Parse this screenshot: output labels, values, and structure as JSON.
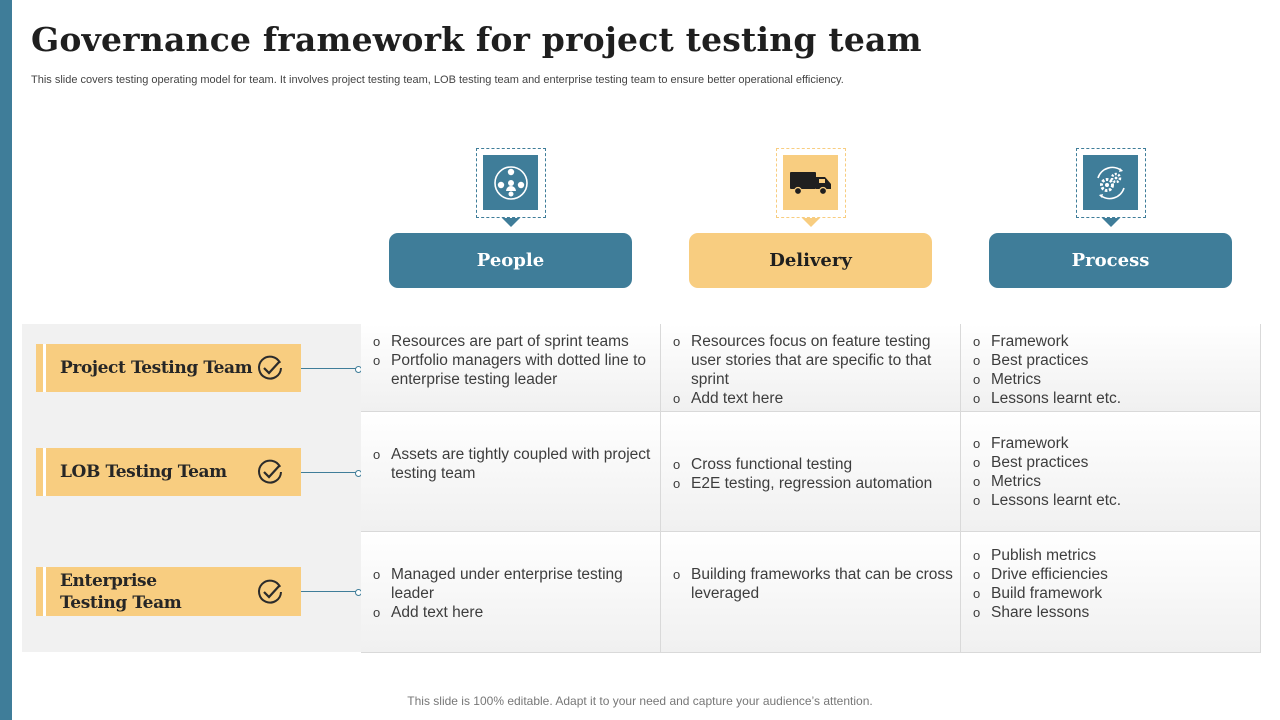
{
  "title": "Governance framework for project testing team",
  "subtitle": "This slide covers testing operating model for team. It involves project testing team, LOB testing team and enterprise testing team to ensure better operational efficiency.",
  "columns": [
    {
      "label": "People",
      "icon": "people-network-icon",
      "color": "#3f7d99"
    },
    {
      "label": "Delivery",
      "icon": "delivery-truck-icon",
      "color": "#f8cd80"
    },
    {
      "label": "Process",
      "icon": "gears-cycle-icon",
      "color": "#3f7d99"
    }
  ],
  "rows": [
    {
      "label": "Project Testing Team",
      "cells": [
        [
          "Resources are part of sprint teams",
          "Portfolio managers with dotted line to enterprise testing leader"
        ],
        [
          "Resources focus on feature testing user stories that are specific to that sprint",
          "Add text here"
        ],
        [
          "Framework",
          "Best practices",
          "Metrics",
          "Lessons learnt etc."
        ]
      ]
    },
    {
      "label": "LOB Testing Team",
      "cells": [
        [
          "Assets are tightly coupled with project testing team"
        ],
        [
          "Cross functional testing",
          "E2E testing, regression automation"
        ],
        [
          "Framework",
          "Best practices",
          "Metrics",
          "Lessons learnt etc."
        ]
      ]
    },
    {
      "label": "Enterprise Testing Team",
      "cells": [
        [
          "Managed under enterprise testing leader",
          "Add text here"
        ],
        [
          "Building frameworks that can be cross leveraged"
        ],
        [
          "Publish metrics",
          "Drive efficiencies",
          "Build framework",
          "Share lessons"
        ]
      ]
    }
  ],
  "footer": "This slide is 100% editable. Adapt it to your need and capture your audience’s attention.",
  "colors": {
    "accent_blue": "#3f7d99",
    "accent_yellow": "#f8cd80"
  }
}
